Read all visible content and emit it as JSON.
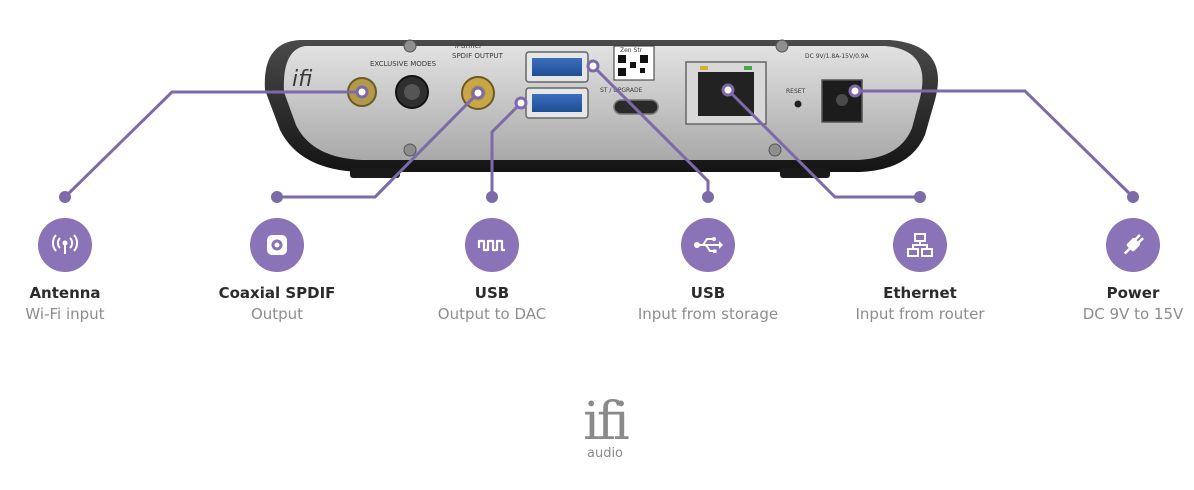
{
  "ports": [
    {
      "id": "antenna",
      "icon": "wifi-icon",
      "title": "Antenna",
      "subtitle": "Wi-Fi input"
    },
    {
      "id": "coaxial",
      "icon": "coaxial-icon",
      "title": "Coaxial SPDIF",
      "subtitle": "Output"
    },
    {
      "id": "usb-out",
      "icon": "waveform-icon",
      "title": "USB",
      "subtitle": "Output to DAC"
    },
    {
      "id": "usb-in",
      "icon": "usb-icon",
      "title": "USB",
      "subtitle": "Input from storage"
    },
    {
      "id": "ethernet",
      "icon": "network-icon",
      "title": "Ethernet",
      "subtitle": "Input from router"
    },
    {
      "id": "power",
      "icon": "plug-icon",
      "title": "Power",
      "subtitle": "DC 9V to 15V"
    }
  ],
  "device_labels": {
    "exclusive_modes": "EXCLUSIVE MODES",
    "spdif_output": "SPDIF OUTPUT",
    "spdif_brand": "iPurifier",
    "qr_label": "Zen Str",
    "reset": "RESET",
    "dc_rating": "DC 9V/1.8A-15V/0.9A",
    "upgrade": "ST / UPGRADE"
  },
  "logo": {
    "mark": "ifi",
    "sub": "audio"
  },
  "colors": {
    "accent": "#8a73b6",
    "line": "#7d6aa8",
    "device_body": "#2a2a2a",
    "panel": "#c9c9c9"
  }
}
